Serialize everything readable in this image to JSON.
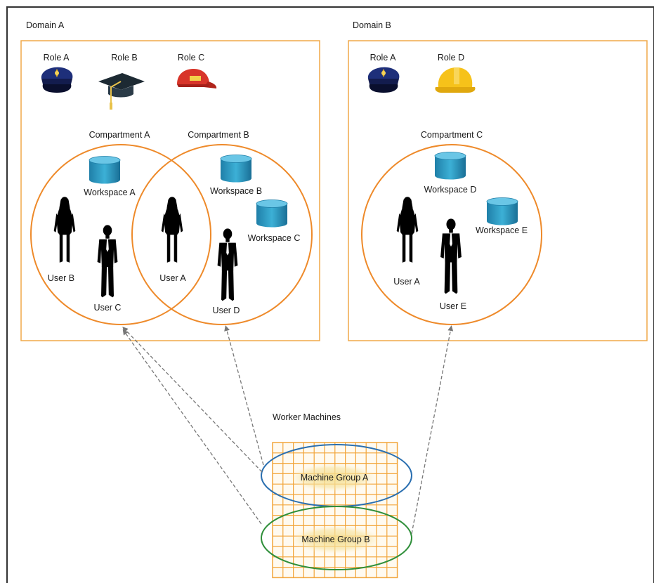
{
  "domains": [
    {
      "title": "Domain A",
      "roles": [
        {
          "label": "Role A",
          "icon": "police-cap-icon"
        },
        {
          "label": "Role B",
          "icon": "graduation-cap-icon"
        },
        {
          "label": "Role C",
          "icon": "baseball-cap-icon"
        }
      ],
      "compartments": [
        {
          "label": "Compartment A"
        },
        {
          "label": "Compartment B"
        }
      ]
    },
    {
      "title": "Domain B",
      "roles": [
        {
          "label": "Role A",
          "icon": "police-cap-icon"
        },
        {
          "label": "Role D",
          "icon": "hard-hat-icon"
        }
      ],
      "compartments": [
        {
          "label": "Compartment C"
        }
      ]
    }
  ],
  "workspaces": [
    {
      "label": "Workspace A"
    },
    {
      "label": "Workspace B"
    },
    {
      "label": "Workspace C"
    },
    {
      "label": "Workspace D"
    },
    {
      "label": "Workspace E"
    }
  ],
  "users": [
    {
      "label": "User B",
      "icon": "female-user-icon"
    },
    {
      "label": "User C",
      "icon": "male-user-icon"
    },
    {
      "label": "User A",
      "icon": "female-user-icon"
    },
    {
      "label": "User D",
      "icon": "male-user-icon"
    },
    {
      "label": "User A",
      "icon": "female-user-icon"
    },
    {
      "label": "User E",
      "icon": "male-user-icon"
    }
  ],
  "worker_machines": {
    "title": "Worker Machines",
    "groups": [
      {
        "label": "Machine Group A",
        "color": "#2a6fb0"
      },
      {
        "label": "Machine Group B",
        "color": "#2f8f3a"
      }
    ]
  },
  "colors": {
    "border": "#f0a848",
    "compartment": "#ee8a2a",
    "workspace": "#2f9cc2",
    "grid": "#f2a53a",
    "arrow": "#777777",
    "frame": "#333333"
  }
}
